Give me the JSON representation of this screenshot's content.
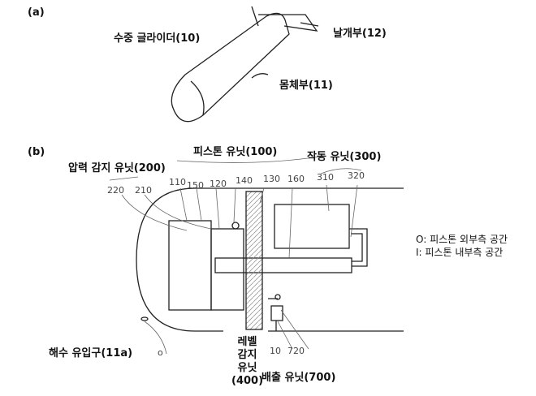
{
  "panel_a": {
    "tag": "(a)",
    "glider": "수중 글라이더(10)",
    "wing": "날개부(12)",
    "body": "몸체부(11)"
  },
  "panel_b": {
    "tag": "(b)",
    "piston_unit": "피스톤 유닛(100)",
    "actuator_unit": "작동 유닛(300)",
    "pressure_unit": "압력 감지 유닛(200)",
    "inlet": "해수 유입구(11a)",
    "level_unit": [
      "레벨",
      "감지",
      "유닛",
      "(400)"
    ],
    "discharge_unit": "배출 유닛(700)",
    "numbers": {
      "n220": "220",
      "n210": "210",
      "n110": "110",
      "n150": "150",
      "n120": "120",
      "n140": "140",
      "n130": "130",
      "n160": "160",
      "n310": "310",
      "n320": "320",
      "n710": "10",
      "n720": "720"
    },
    "legend": [
      "O: 피스톤 외부측 공간",
      "I: 피스톤 내부측 공간"
    ]
  }
}
